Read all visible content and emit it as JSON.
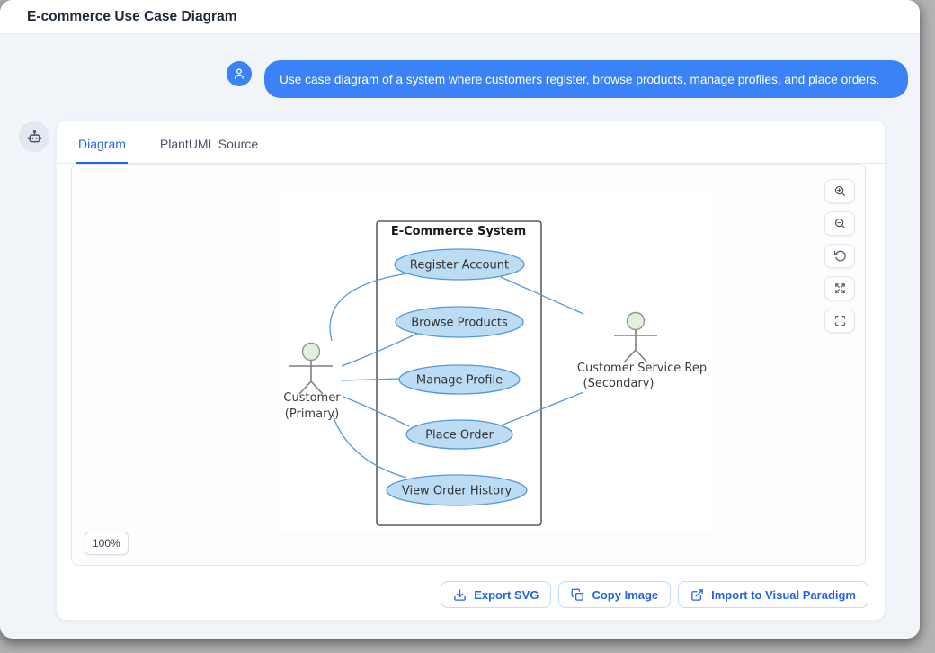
{
  "window": {
    "title": "E-commerce Use Case Diagram"
  },
  "chat": {
    "user_message": "Use case diagram of a system where customers register, browse products, manage profiles, and place orders."
  },
  "panel": {
    "tabs": [
      {
        "label": "Diagram",
        "active": true
      },
      {
        "label": "PlantUML Source",
        "active": false
      }
    ],
    "zoom_level": "100%",
    "controls": [
      {
        "name": "zoom-in"
      },
      {
        "name": "zoom-out"
      },
      {
        "name": "reset-view"
      },
      {
        "name": "expand"
      },
      {
        "name": "fullscreen"
      }
    ],
    "actions": [
      {
        "label": "Export SVG",
        "icon": "download"
      },
      {
        "label": "Copy Image",
        "icon": "copy"
      },
      {
        "label": "Import to Visual Paradigm",
        "icon": "external-link"
      }
    ]
  },
  "diagram": {
    "system_boundary": "E-Commerce System",
    "use_cases": [
      "Register Account",
      "Browse Products",
      "Manage Profile",
      "Place Order",
      "View Order History"
    ],
    "actors": [
      {
        "name": "Customer",
        "role": "(Primary)",
        "position": "left"
      },
      {
        "name": "Customer Service Rep",
        "role": "(Secondary)",
        "position": "right"
      }
    ],
    "associations": [
      "Customer - Register Account",
      "Customer - Browse Products",
      "Customer - Manage Profile",
      "Customer - Place Order",
      "Customer - View Order History",
      "Customer Service Rep - Register Account",
      "Customer Service Rep - Place Order"
    ]
  },
  "colors": {
    "accent_blue": "#3b82f6",
    "tab_active_blue": "#2563eb",
    "usecase_fill": "#bcdcf4",
    "usecase_stroke": "#5599d6",
    "connector_blue": "#5599d6",
    "actor_head_fill": "#e3f0de",
    "page_bg": "#f1f5f9"
  }
}
